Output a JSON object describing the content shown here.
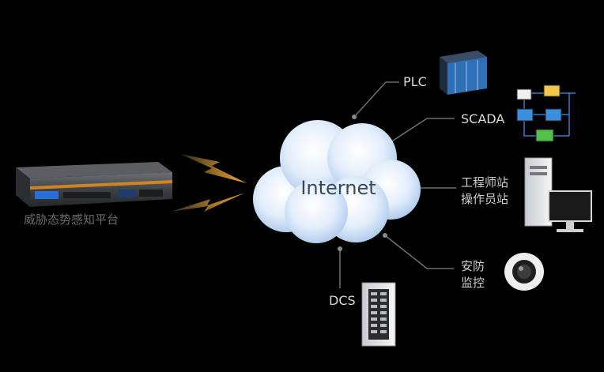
{
  "center": {
    "label": "Internet"
  },
  "platform": {
    "label": "威胁态势感知平台"
  },
  "nodes": {
    "plc": {
      "label": "PLC"
    },
    "scada": {
      "label": "SCADA"
    },
    "workstation": {
      "line1": "工程师站",
      "line2": "操作员站"
    },
    "security": {
      "line1": "安防",
      "line2": "监控"
    },
    "dcs": {
      "label": "DCS"
    }
  },
  "colors": {
    "background": "#000000",
    "cloud": "#dbe8f7",
    "lightning": "#f5a51e",
    "connector": "#6b6b6b",
    "server_accent": "#e08a1e"
  }
}
